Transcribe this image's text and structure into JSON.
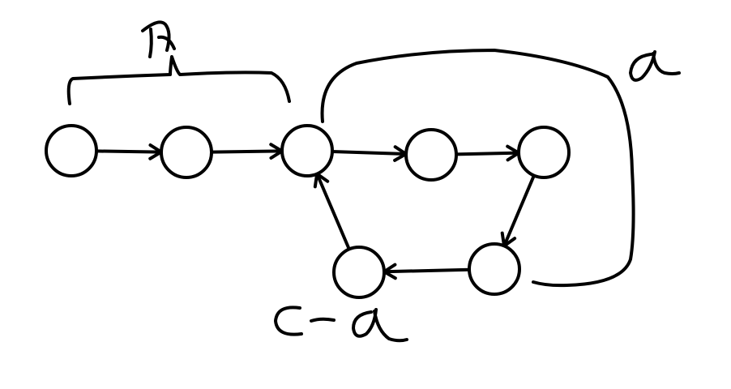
{
  "diagram": {
    "labels": {
      "x": "x",
      "a": "a",
      "c_minus_a": "c-a"
    },
    "nodes": [
      {
        "id": "n1"
      },
      {
        "id": "n2"
      },
      {
        "id": "n3"
      },
      {
        "id": "n4"
      },
      {
        "id": "n5"
      },
      {
        "id": "n6"
      },
      {
        "id": "n7"
      }
    ],
    "edges": [
      {
        "from": "n1",
        "to": "n2"
      },
      {
        "from": "n2",
        "to": "n3"
      },
      {
        "from": "n3",
        "to": "n4"
      },
      {
        "from": "n4",
        "to": "n5"
      },
      {
        "from": "n5",
        "to": "n6"
      },
      {
        "from": "n6",
        "to": "n7"
      },
      {
        "from": "n7",
        "to": "n3"
      }
    ],
    "colors": {
      "ink": "#000000",
      "background": "#ffffff"
    }
  }
}
